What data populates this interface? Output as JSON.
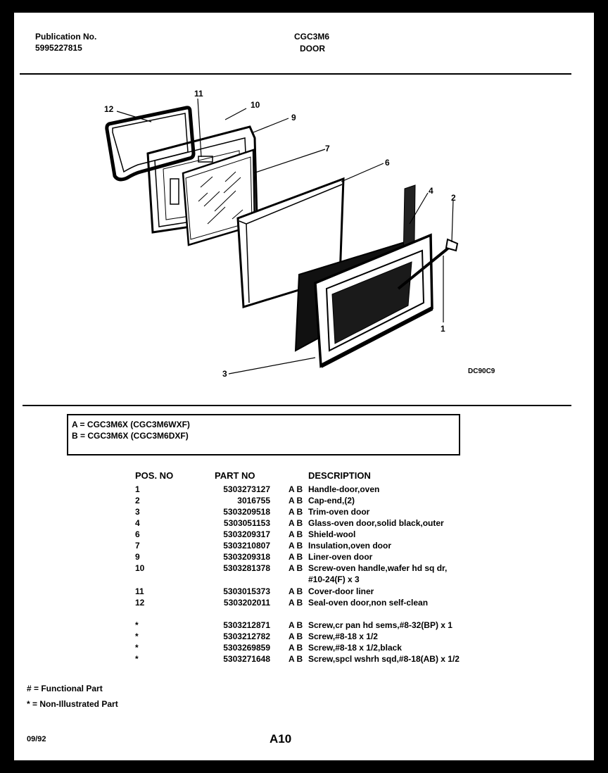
{
  "header": {
    "publication_label": "Publication No.",
    "publication_number": "5995227815",
    "model": "CGC3M6",
    "section": "DOOR"
  },
  "diagram": {
    "code": "DC90C9",
    "callouts": [
      "12",
      "11",
      "10",
      "9",
      "7",
      "6",
      "4",
      "2",
      "1",
      "3"
    ]
  },
  "legend": {
    "a": "A  =  CGC3M6X (CGC3M6WXF)",
    "b": "B  =  CGC3M6X (CGC3M6DXF)"
  },
  "table": {
    "headers": {
      "pos": "POS. NO",
      "part": "PART NO",
      "desc": "DESCRIPTION"
    },
    "rows": [
      {
        "pos": "1",
        "part": "5303273127",
        "models": "A  B",
        "desc": "Handle-door,oven"
      },
      {
        "pos": "2",
        "part": "3016755",
        "models": "A  B",
        "desc": "Cap-end,(2)"
      },
      {
        "pos": "3",
        "part": "5303209518",
        "models": "A  B",
        "desc": "Trim-oven door"
      },
      {
        "pos": "4",
        "part": "5303051153",
        "models": "A  B",
        "desc": "Glass-oven door,solid black,outer"
      },
      {
        "pos": "6",
        "part": "5303209317",
        "models": "A  B",
        "desc": "Shield-wool"
      },
      {
        "pos": "7",
        "part": "5303210807",
        "models": "A  B",
        "desc": "Insulation,oven door"
      },
      {
        "pos": "9",
        "part": "5303209318",
        "models": "A  B",
        "desc": "Liner-oven door"
      },
      {
        "pos": "10",
        "part": "5303281378",
        "models": "A  B",
        "desc": "Screw-oven handle,wafer hd sq dr,",
        "desc2": "#10-24(F) x 3"
      },
      {
        "pos": "11",
        "part": "5303015373",
        "models": "A  B",
        "desc": "Cover-door liner"
      },
      {
        "pos": "12",
        "part": "5303202011",
        "models": "A  B",
        "desc": "Seal-oven door,non self-clean"
      },
      {
        "pos": "*",
        "part": "5303212871",
        "models": "A  B",
        "desc": "Screw,cr pan hd sems,#8-32(BP) x 1"
      },
      {
        "pos": "*",
        "part": "5303212782",
        "models": "A  B",
        "desc": "Screw,#8-18 x 1/2"
      },
      {
        "pos": "*",
        "part": "5303269859",
        "models": "A  B",
        "desc": "Screw,#8-18 x 1/2,black"
      },
      {
        "pos": "*",
        "part": "5303271648",
        "models": "A  B",
        "desc": "Screw,spcl wshrh sqd,#8-18(AB) x 1/2"
      }
    ]
  },
  "notes": {
    "functional": "# = Functional Part",
    "non_illustrated": "* = Non-Illustrated Part"
  },
  "footer": {
    "date": "09/92",
    "page": "A10"
  }
}
